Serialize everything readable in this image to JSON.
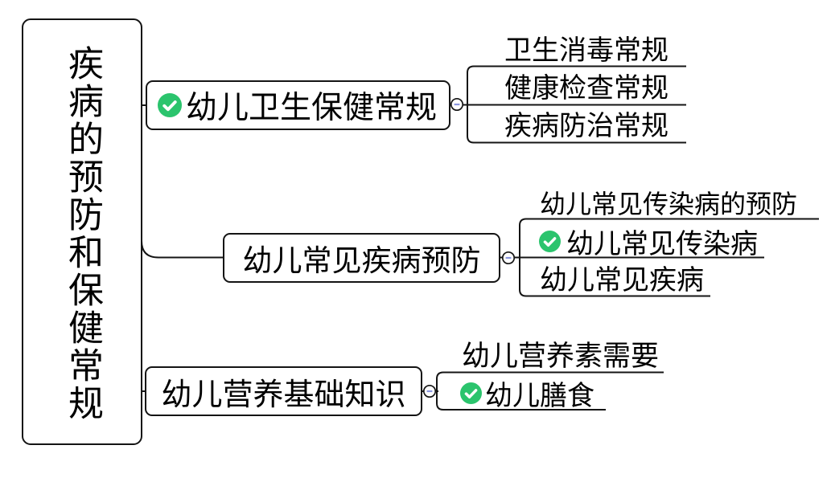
{
  "root": {
    "label": "疾病的预防和保健常规"
  },
  "branches": [
    {
      "label": "幼儿卫生保健常规",
      "checked": true,
      "children": [
        {
          "label": "卫生消毒常规",
          "checked": false
        },
        {
          "label": "健康检查常规",
          "checked": false
        },
        {
          "label": "疾病防治常规",
          "checked": false
        }
      ]
    },
    {
      "label": "幼儿常见疾病预防",
      "checked": false,
      "children": [
        {
          "label": "幼儿常见传染病的预防",
          "checked": false
        },
        {
          "label": "幼儿常见传染病",
          "checked": true
        },
        {
          "label": "幼儿常见疾病",
          "checked": false
        }
      ]
    },
    {
      "label": "幼儿营养基础知识",
      "checked": false,
      "children": [
        {
          "label": "幼儿营养素需要",
          "checked": false
        },
        {
          "label": "幼儿膳食",
          "checked": true
        }
      ]
    }
  ],
  "icons": {
    "check": "checkmark-in-green-circle",
    "collapse": "minus-collapse-toggle"
  },
  "colors": {
    "check_green": "#2BC46D",
    "check_mark": "#FFFFFF",
    "line_black": "#141414",
    "collapse_dash": "#8B97E0",
    "background": "#FFFFFF"
  }
}
